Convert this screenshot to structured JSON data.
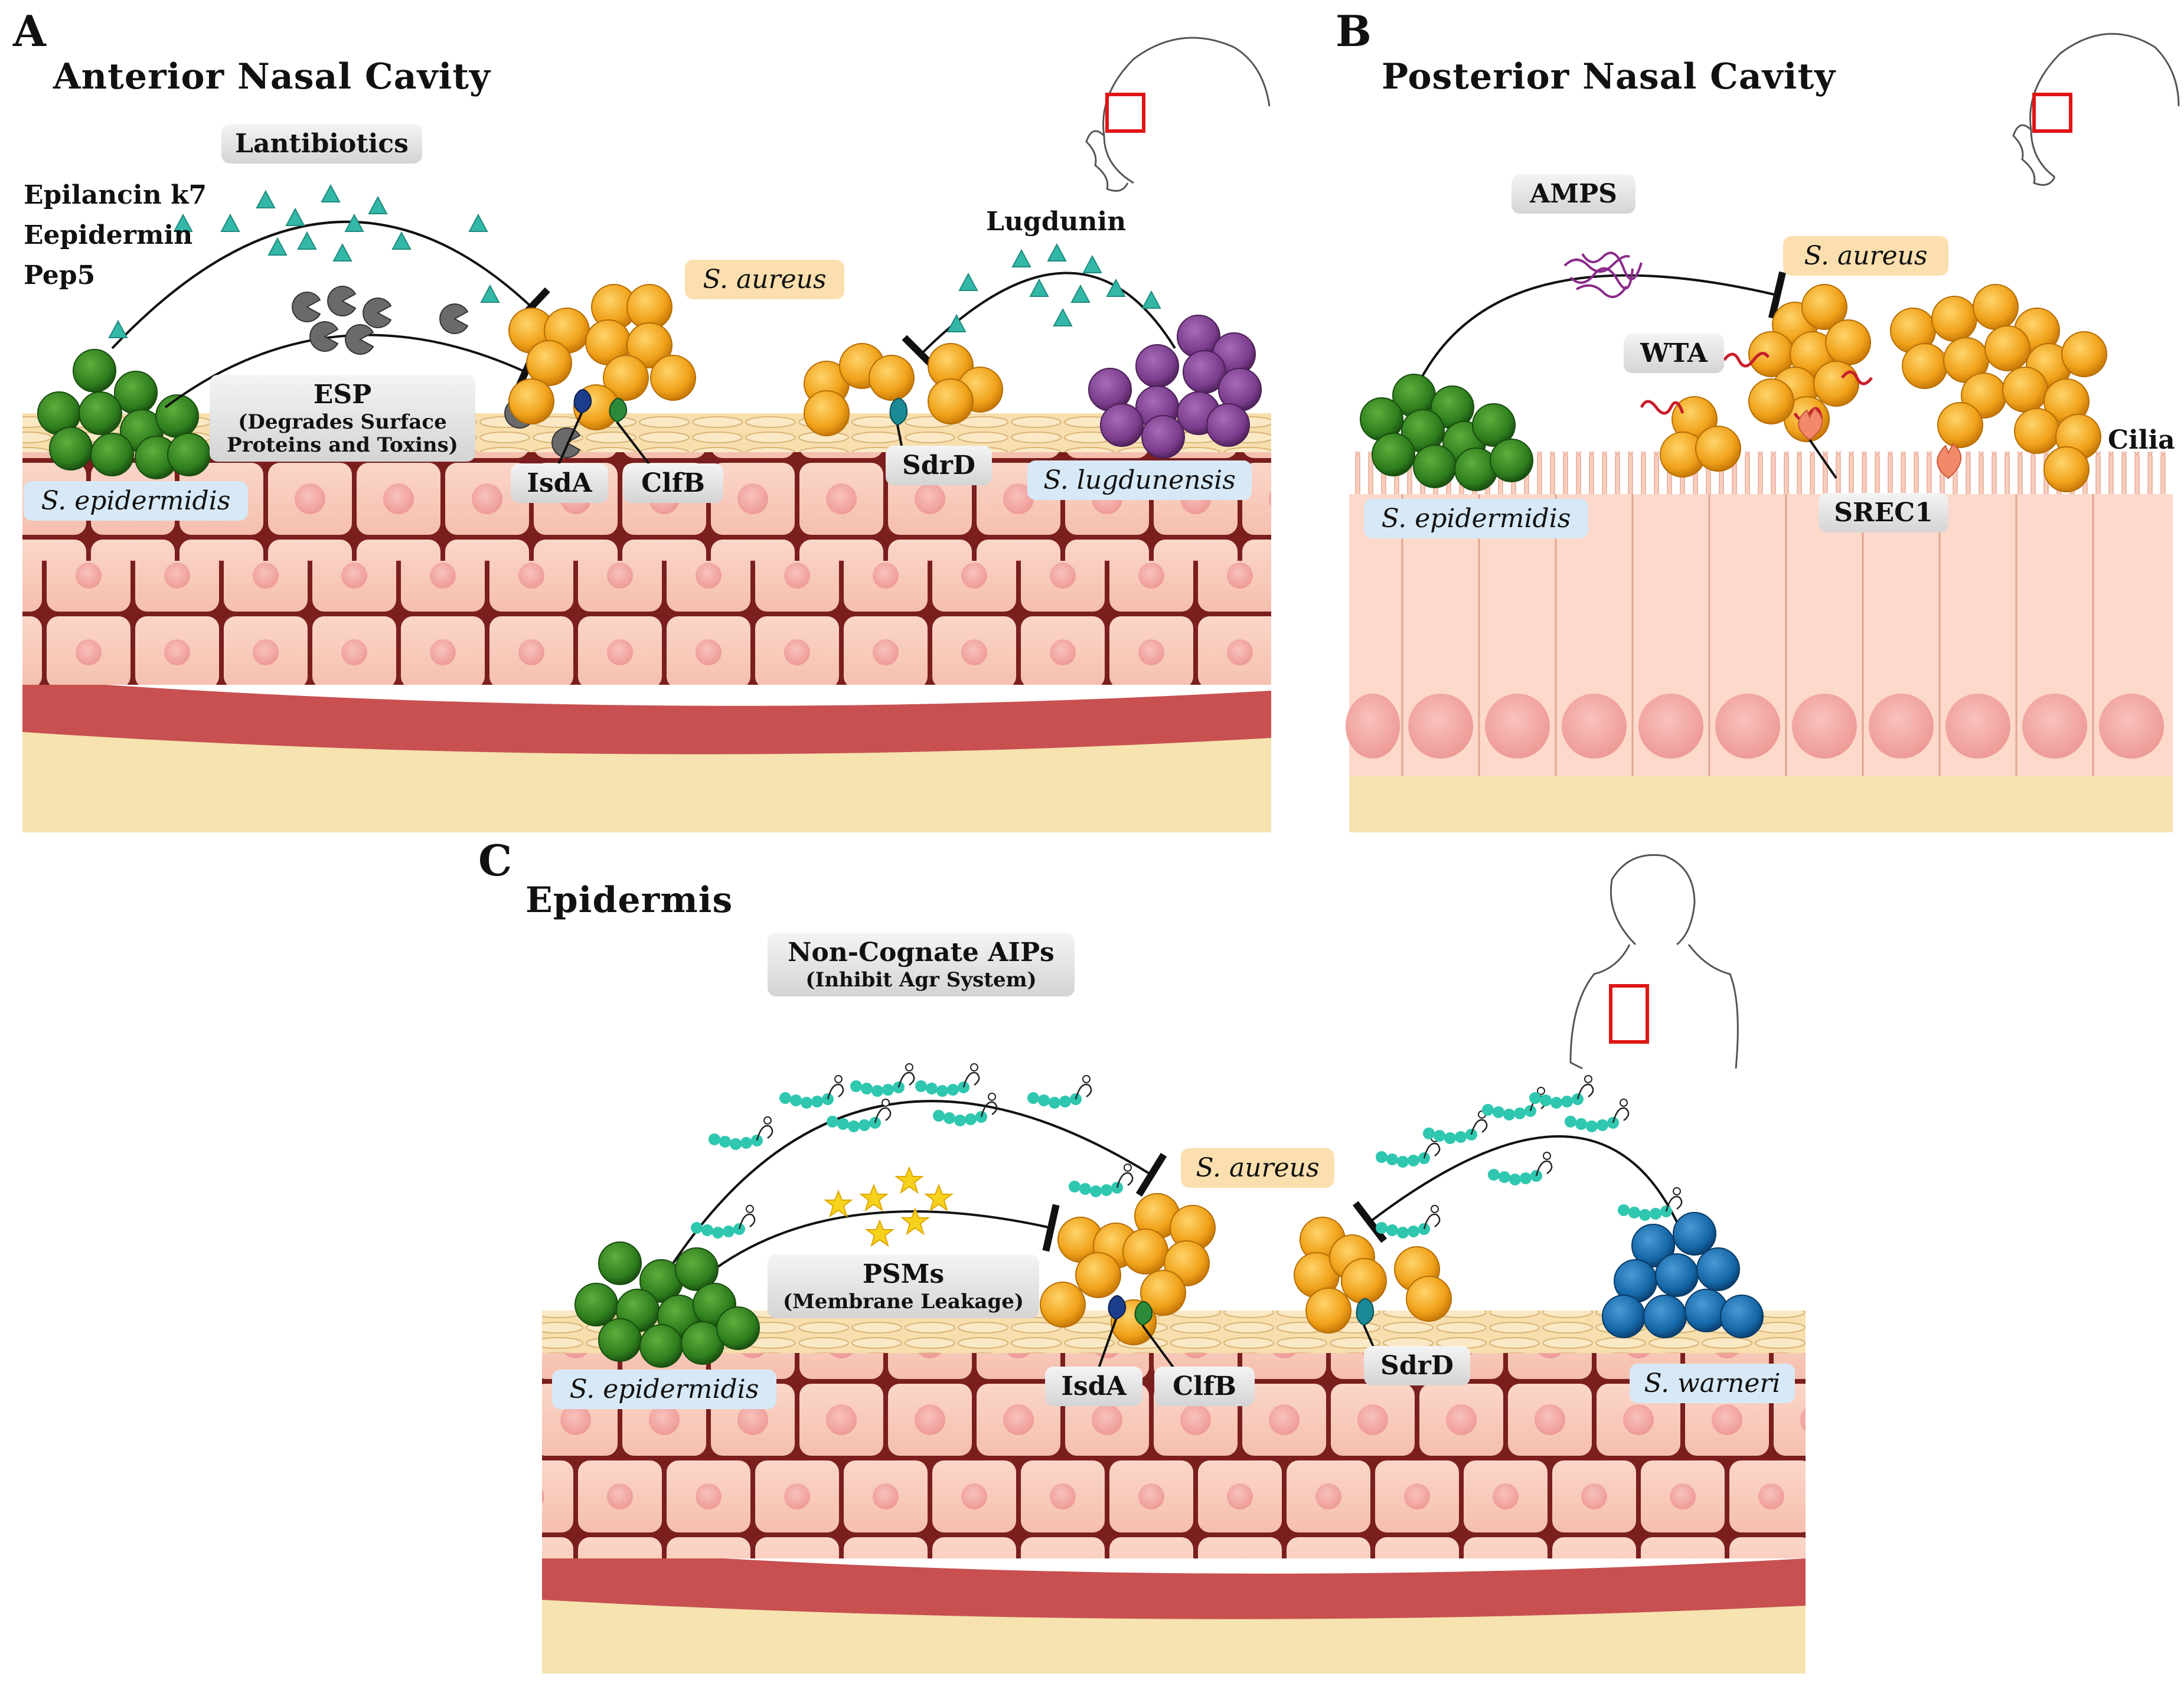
{
  "panels": {
    "a": {
      "letter": "A",
      "title": "Anterior Nasal Cavity",
      "lantibiotics": "Lantibiotics",
      "lantibiotic_names": [
        "Epilancin k7",
        "Eepidermin",
        "Pep5"
      ],
      "esp": "ESP",
      "esp_sub": "(Degrades Surface",
      "esp_sub2": "Proteins and Toxins)",
      "s_aureus": "S. aureus",
      "s_epidermidis": "S. epidermidis",
      "s_lugdunensis": "S. lugdunensis",
      "lugdunin": "Lugdunin",
      "isda": "IsdA",
      "clfb": "ClfB",
      "sdrd": "SdrD"
    },
    "b": {
      "letter": "B",
      "title": "Posterior Nasal Cavity",
      "amps": "AMPS",
      "s_aureus": "S. aureus",
      "wta": "WTA",
      "srec1": "SREC1",
      "cilia": "Cilia",
      "s_epidermidis": "S. epidermidis"
    },
    "c": {
      "letter": "C",
      "title": "Epidermis",
      "aips": "Non-Cognate AIPs",
      "aips_sub": "(Inhibit Agr System)",
      "psms": "PSMs",
      "psms_sub": "(Membrane Leakage)",
      "s_aureus": "S. aureus",
      "s_epidermidis": "S. epidermidis",
      "s_warneri": "S. warneri",
      "isda": "IsdA",
      "clfb": "ClfB",
      "sdrd": "SdrD"
    }
  },
  "colors": {
    "s_aureus": "#f0a21a",
    "s_epidermidis": "#2e7d1e",
    "s_lugdunensis": "#7a3c8c",
    "s_warneri": "#1466a6",
    "lantibiotic": "#33b8a8",
    "skin_cell": "#f7c7b8",
    "nucleus": "#f2a3a0",
    "blood": "#c85050",
    "fat": "#f6e3b0"
  }
}
